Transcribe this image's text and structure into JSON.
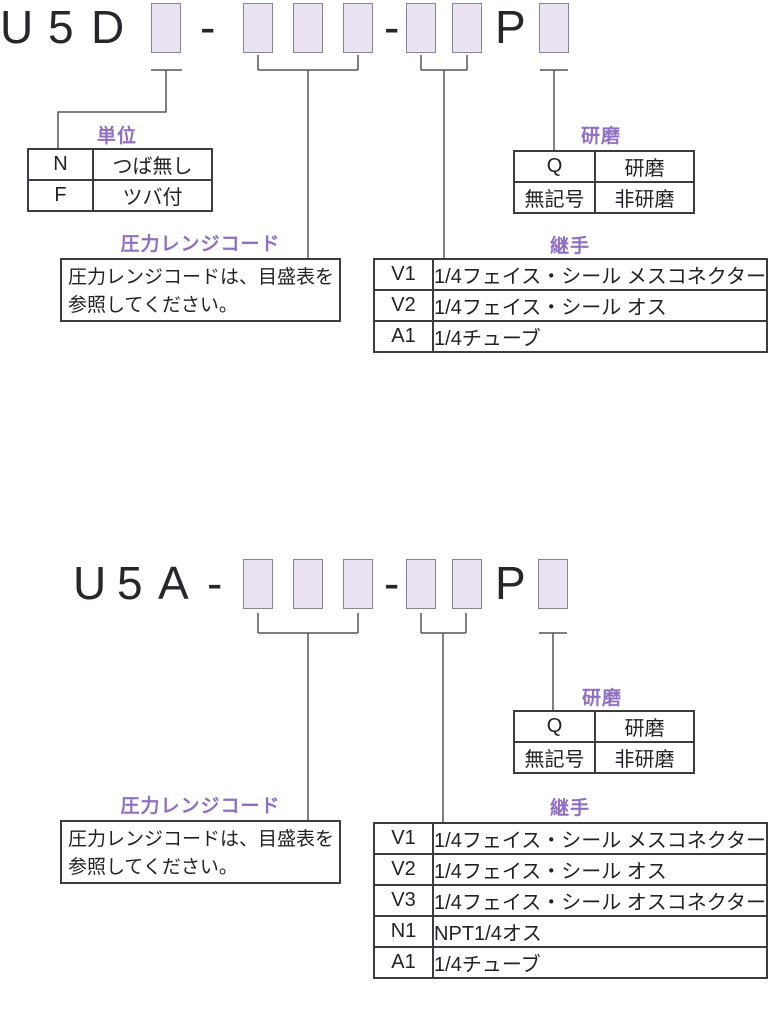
{
  "colors": {
    "accent": "#8f6fc1",
    "boxfill": "#eae3f1",
    "boxborder": "#8a8492",
    "line": "#56525a"
  },
  "diagram_top": {
    "code": {
      "char_1": "U",
      "char_2": "5",
      "char_3": "D",
      "separator": "-",
      "suffix": "P"
    },
    "unit_table": {
      "title": "単位",
      "rows": [
        {
          "code": "N",
          "label": "つば無し"
        },
        {
          "code": "F",
          "label": "ツバ付"
        }
      ]
    },
    "polish_table": {
      "title": "研磨",
      "rows": [
        {
          "code": "Q",
          "label": "研磨"
        },
        {
          "code": "無記号",
          "label": "非研磨"
        }
      ]
    },
    "pressure_note": {
      "title": "圧力レンジコード",
      "line1": "圧力レンジコードは、目盛表を",
      "line2": "参照してください。"
    },
    "fitting_table": {
      "title": "継手",
      "rows": [
        {
          "code": "V1",
          "label": "1/4フェイス・シール メスコネクター"
        },
        {
          "code": "V2",
          "label": "1/4フェイス・シール オス"
        },
        {
          "code": "A1",
          "label": "1/4チューブ"
        }
      ]
    }
  },
  "diagram_bottom": {
    "code": {
      "char_1": "U",
      "char_2": "5",
      "char_3": "A",
      "separator": "-",
      "suffix": "P"
    },
    "polish_table": {
      "title": "研磨",
      "rows": [
        {
          "code": "Q",
          "label": "研磨"
        },
        {
          "code": "無記号",
          "label": "非研磨"
        }
      ]
    },
    "pressure_note": {
      "title": "圧力レンジコード",
      "line1": "圧力レンジコードは、目盛表を",
      "line2": "参照してください。"
    },
    "fitting_table": {
      "title": "継手",
      "rows": [
        {
          "code": "V1",
          "label": "1/4フェイス・シール メスコネクター"
        },
        {
          "code": "V2",
          "label": "1/4フェイス・シール オス"
        },
        {
          "code": "V3",
          "label": "1/4フェイス・シール オスコネクター"
        },
        {
          "code": "N1",
          "label": "NPT1/4オス"
        },
        {
          "code": "A1",
          "label": "1/4チューブ"
        }
      ]
    }
  }
}
